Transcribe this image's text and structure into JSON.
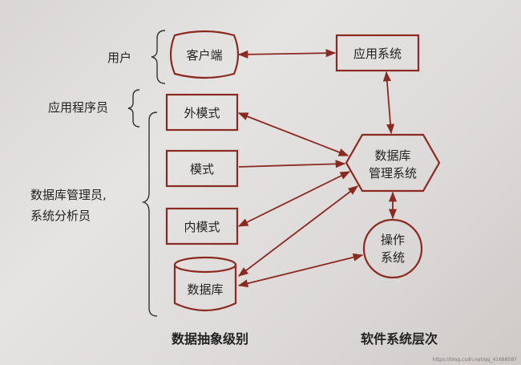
{
  "roles": {
    "user": "用户",
    "app_programmer": "应用程序员",
    "dba_line1": "数据库管理员,",
    "dba_line2": "系统分析员"
  },
  "nodes": {
    "client": "客户端",
    "external_schema": "外模式",
    "schema": "模式",
    "internal_schema": "内模式",
    "database": "数据库",
    "app_system": "应用系统",
    "dbms_line1": "数据库",
    "dbms_line2": "管理系统",
    "os_line1": "操作",
    "os_line2": "系统"
  },
  "captions": {
    "left": "数据抽象级别",
    "right": "软件系统层次"
  },
  "watermark": "https://blog.csdn.net/qq_41698587",
  "colors": {
    "stroke": "#8b2a21",
    "text": "#222222"
  }
}
